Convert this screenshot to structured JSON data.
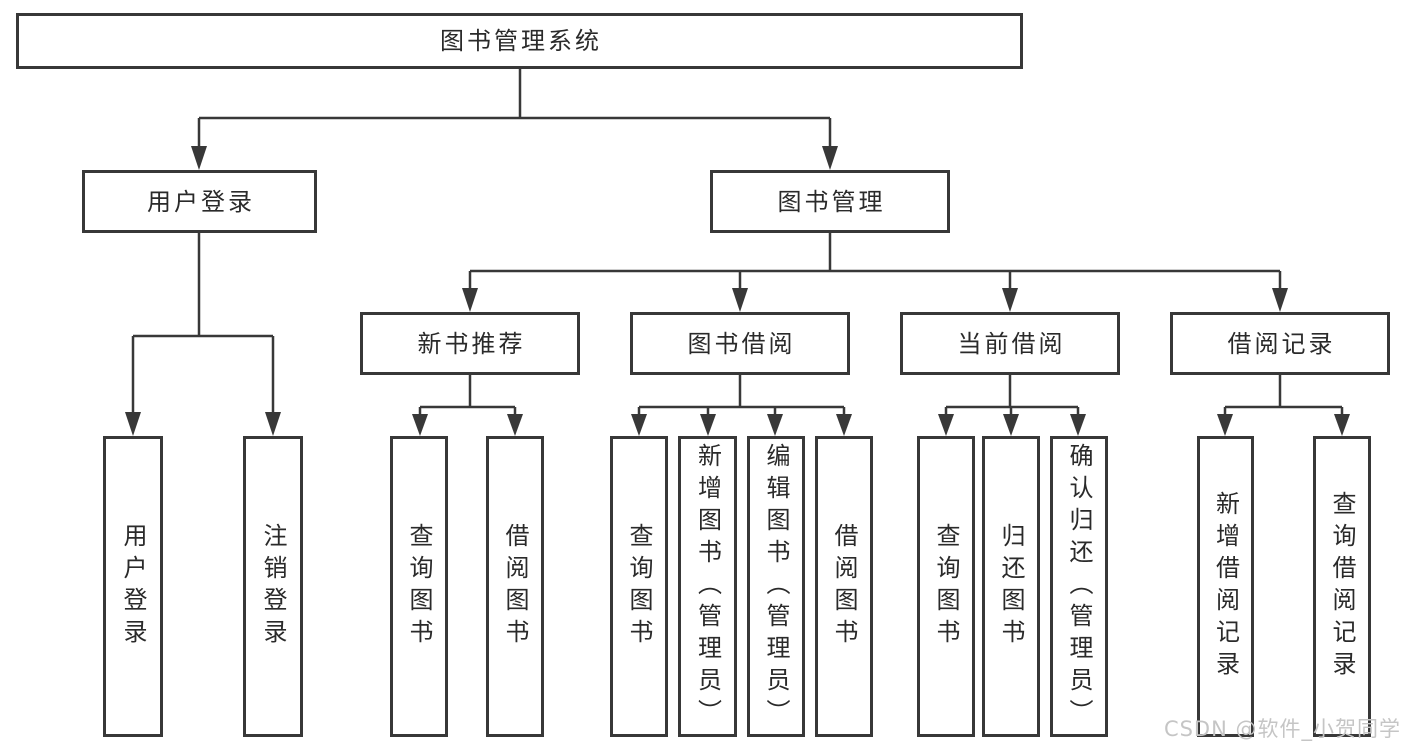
{
  "colors": {
    "line": "#383838",
    "box_border": "#383838",
    "text": "#2a2a2a",
    "background": "#ffffff",
    "watermark": "#c5c5c5"
  },
  "tree": {
    "root": {
      "label": "图书管理系统",
      "children": [
        {
          "label": "用户登录",
          "children": [
            {
              "label": "用户登录"
            },
            {
              "label": "注销登录"
            }
          ]
        },
        {
          "label": "图书管理",
          "children": [
            {
              "label": "新书推荐",
              "children": [
                {
                  "label": "查询图书"
                },
                {
                  "label": "借阅图书"
                }
              ]
            },
            {
              "label": "图书借阅",
              "children": [
                {
                  "label": "查询图书"
                },
                {
                  "label": "新增图书（管理员）"
                },
                {
                  "label": "编辑图书（管理员）"
                },
                {
                  "label": "借阅图书"
                }
              ]
            },
            {
              "label": "当前借阅",
              "children": [
                {
                  "label": "查询图书"
                },
                {
                  "label": "归还图书"
                },
                {
                  "label": "确认归还（管理员）"
                }
              ]
            },
            {
              "label": "借阅记录",
              "children": [
                {
                  "label": "新增借阅记录"
                },
                {
                  "label": "查询借阅记录"
                }
              ]
            }
          ]
        }
      ]
    }
  },
  "watermark": "CSDN @软件_小贺同学"
}
